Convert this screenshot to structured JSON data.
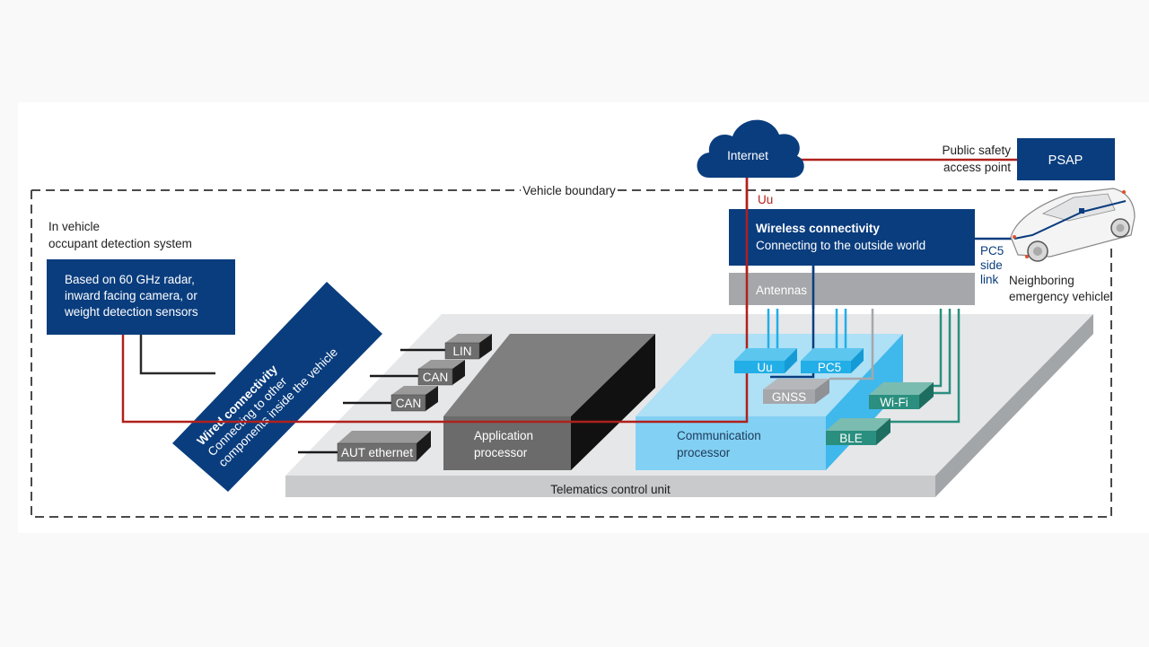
{
  "colors": {
    "navy": "#0a3d7e",
    "red": "#b0201c",
    "light_blue": "#7fd0f4",
    "chip_blue": "#22aee6",
    "teal": "#2a8f7f",
    "gray_chip": "#6e6e6e",
    "antenna_gray": "#a5a7aa",
    "board": "#e6e7e9",
    "black": "#1a1a1a"
  },
  "cloud": {
    "label": "Internet"
  },
  "psap": {
    "label": "PSAP",
    "caption_line1": "Public safety",
    "caption_line2": "access point"
  },
  "uu_link_label": "Uu",
  "vehicle_boundary": {
    "label": "Vehicle boundary"
  },
  "occupant": {
    "title_line1": "In vehicle",
    "title_line2": "occupant detection system",
    "box_line1": "Based on 60 GHz radar,",
    "box_line2": "inward facing camera, or",
    "box_line3": "weight detection sensors"
  },
  "wired": {
    "title": "Wired connectivity",
    "line1": "Connecting to other",
    "line2": "components inside the vehicle"
  },
  "wireless": {
    "title": "Wireless connectivity",
    "subtitle": "Connecting to the outside world"
  },
  "antennas": {
    "label": "Antennas"
  },
  "sidelink": {
    "line1": "PC5",
    "line2": "side",
    "line3": "link"
  },
  "neighbor": {
    "line1": "Neighboring",
    "line2": "emergency vehicle"
  },
  "buses": [
    "LIN",
    "CAN",
    "CAN",
    "AUT ethernet"
  ],
  "app_processor": {
    "line1": "Application",
    "line2": "processor"
  },
  "comm_processor": {
    "line1": "Communication",
    "line2": "processor"
  },
  "radios": {
    "uu": "Uu",
    "pc5": "PC5",
    "gnss": "GNSS",
    "wifi": "Wi-Fi",
    "ble": "BLE"
  },
  "tcu": {
    "label": "Telematics control unit"
  }
}
